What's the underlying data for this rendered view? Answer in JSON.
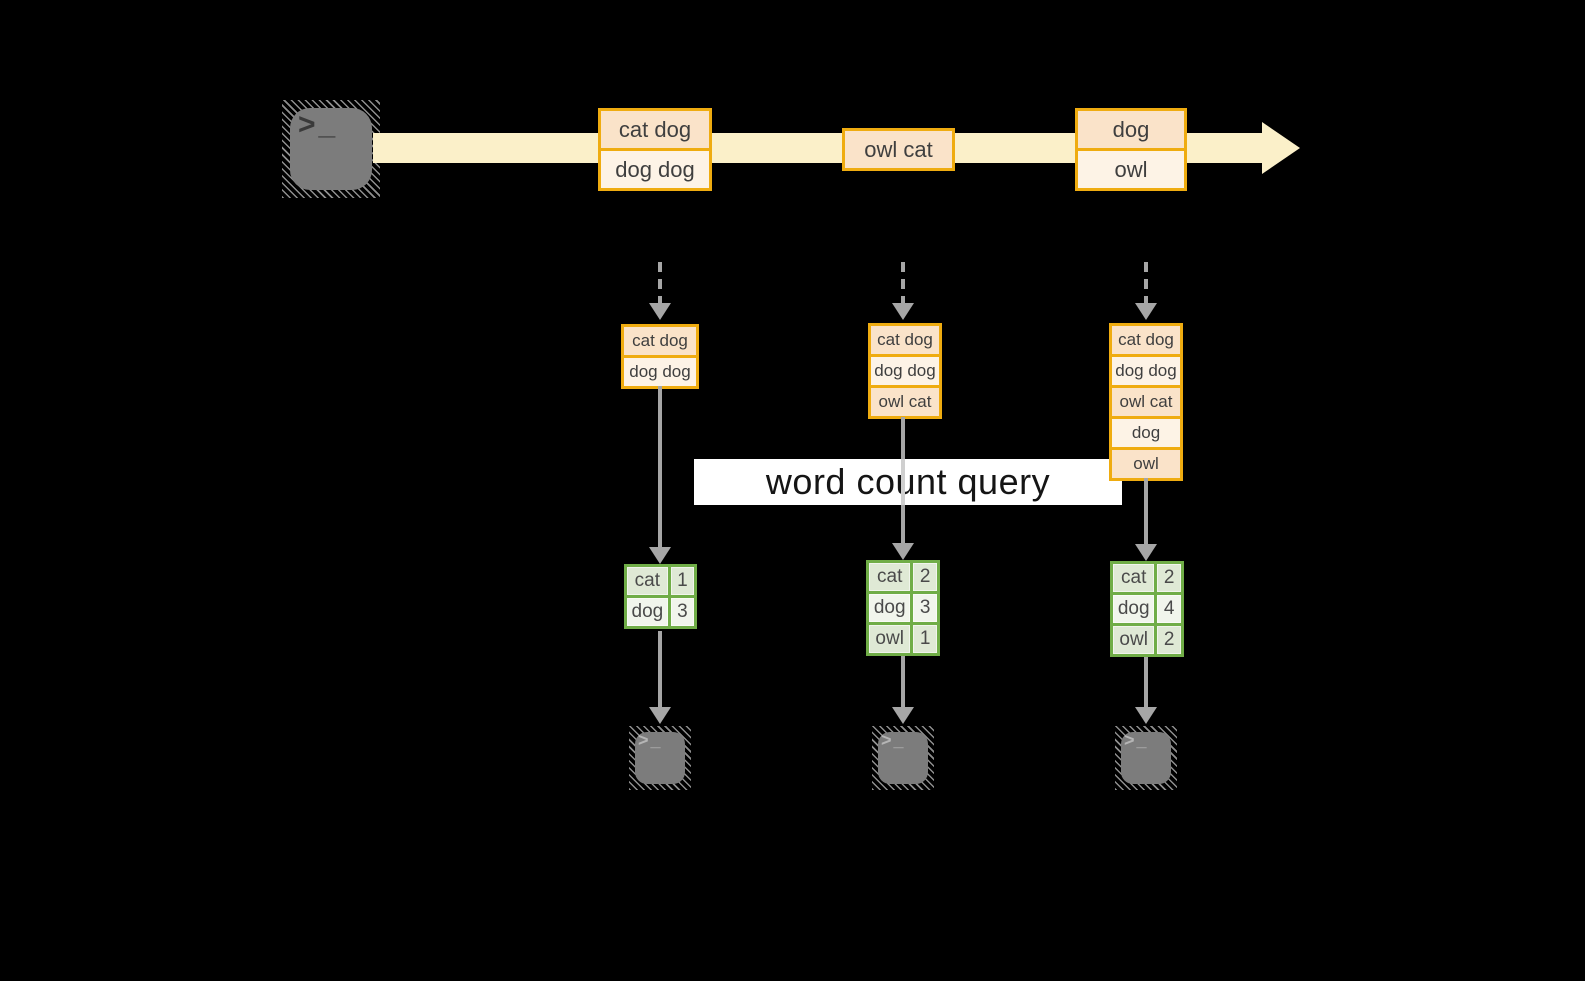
{
  "palette": {
    "background": "#000000",
    "gold_border": "#EFAC10",
    "peach_fill": "#FAE3C9",
    "cream_fill": "#FDF3E6",
    "stream_band": "#FBF0C9",
    "green_border": "#70AD47",
    "sage_fill": "#DFE9D5",
    "sage_fill_light": "#F1F5EC",
    "arrow_gray": "#A6A6A6",
    "terminal_gray": "#7C7C7C"
  },
  "icons": {
    "terminal_glyph": ">_"
  },
  "banner": {
    "label": "word count query"
  },
  "timeline": {
    "events": [
      {
        "lines": [
          "cat dog",
          "dog dog"
        ]
      },
      {
        "lines": [
          "owl cat"
        ]
      },
      {
        "lines": [
          "dog",
          "owl"
        ]
      }
    ]
  },
  "columns": [
    {
      "buffer": [
        "cat dog",
        "dog dog"
      ],
      "counts": [
        {
          "word": "cat",
          "count": "1"
        },
        {
          "word": "dog",
          "count": "3"
        }
      ]
    },
    {
      "buffer": [
        "cat dog",
        "dog dog",
        "owl cat"
      ],
      "counts": [
        {
          "word": "cat",
          "count": "2"
        },
        {
          "word": "dog",
          "count": "3"
        },
        {
          "word": "owl",
          "count": "1"
        }
      ]
    },
    {
      "buffer": [
        "cat dog",
        "dog dog",
        "owl cat",
        "dog",
        "owl"
      ],
      "counts": [
        {
          "word": "cat",
          "count": "2"
        },
        {
          "word": "dog",
          "count": "4"
        },
        {
          "word": "owl",
          "count": "2"
        }
      ]
    }
  ]
}
